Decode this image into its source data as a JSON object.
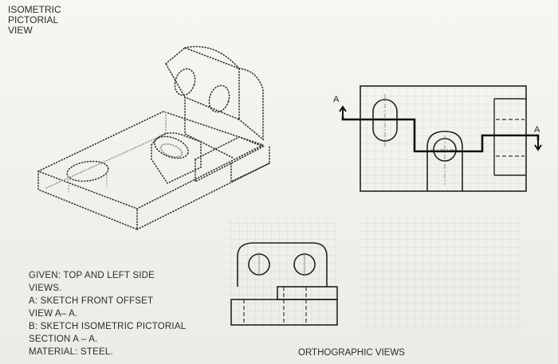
{
  "title": {
    "line1": "ISOMETRIC",
    "line2": "PICTORIAL",
    "line3": "VIEW"
  },
  "given": {
    "line1": "GIVEN:  TOP  AND  LEFT  SIDE",
    "line2": "VIEWS.",
    "line3": "A:  SKETCH  FRONT  OFFSET",
    "line4": "VIEW   A–  A.",
    "line5": "B:  SKETCH  ISOMETRIC  PICTORIAL",
    "line6": "SECTION  A  –  A.",
    "line7": "MATERIAL:  STEEL."
  },
  "ortho_label": "ORTHOGRAPHIC  VIEWS",
  "section_marks": {
    "left": "A",
    "right": "A"
  }
}
